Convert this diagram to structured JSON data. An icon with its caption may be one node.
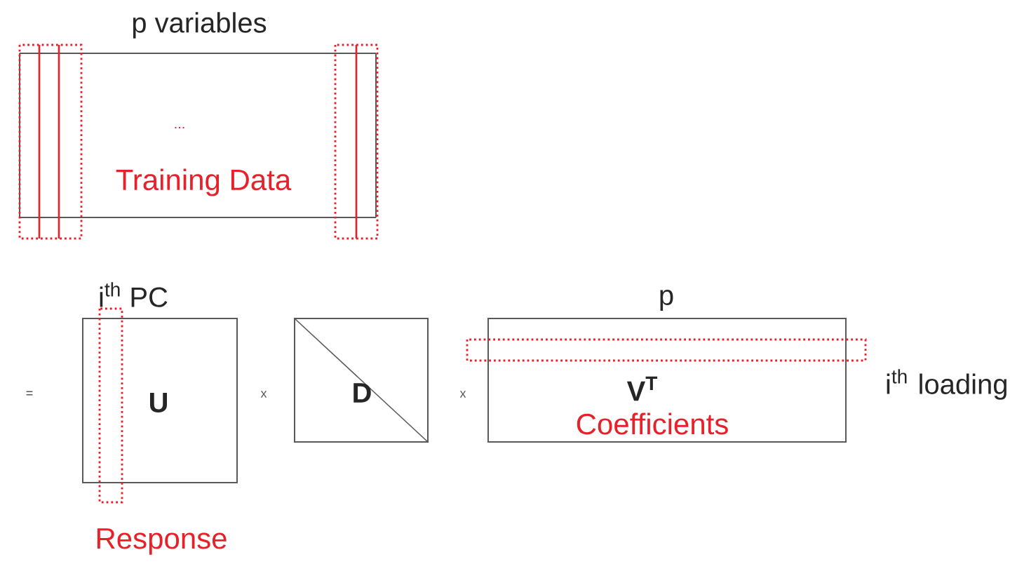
{
  "diagram": {
    "nodes": [
      {
        "text": [
          "p variables",
          "...",
          "Training Data"
        ]
      },
      {
        "text": [
          "i$^{th}$ PC",
          "U"
        ],
        "beside": [
          "Response"
        ]
      },
      {
        "text": [
          "D"
        ]
      },
      {
        "text": [
          "p",
          "V$^{T}$",
          "Coefficients"
        ],
        "beside": [
          "i$^{th}$ loading"
        ]
      }
    ],
    "labels": [
      "=",
      "x",
      "x"
    ]
  }
}
